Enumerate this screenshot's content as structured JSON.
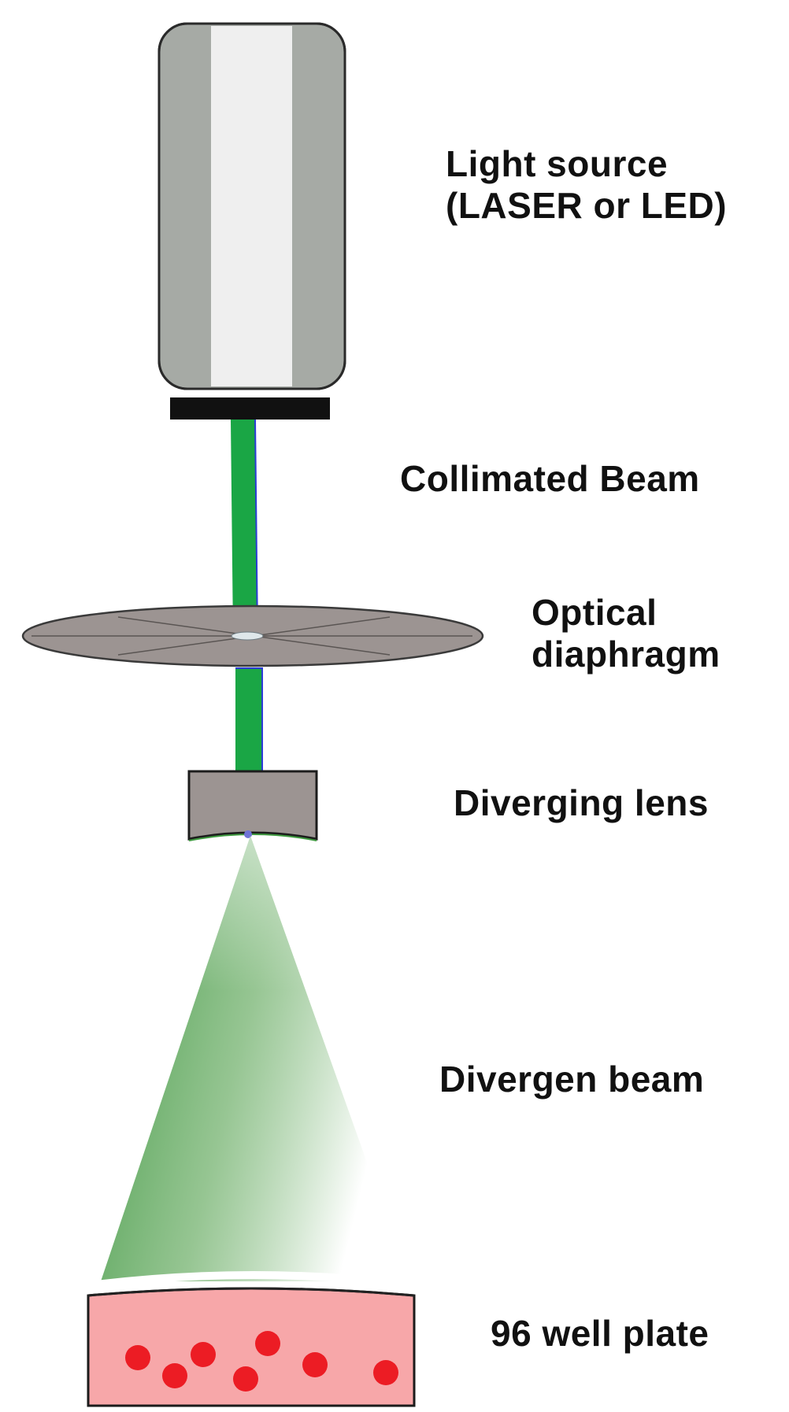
{
  "labels": {
    "light_source": {
      "line1": "Light source",
      "line2": "(LASER or LED)"
    },
    "collimated_beam": "Collimated Beam",
    "optical_diaphragm": {
      "line1": "Optical",
      "line2": "diaphragm"
    },
    "diverging_lens": "Diverging lens",
    "divergent_beam": "Divergen beam",
    "well_plate": "96 well plate"
  },
  "colors": {
    "lamp_body": "#a6aaa5",
    "lamp_highlight": "#efefef",
    "lamp_base": "#111111",
    "beam": "#1aa645",
    "beam_edge": "#2b3bd6",
    "diaphragm": "#9c9492",
    "lens": "#9c9492",
    "cone_green": "#3f9a40",
    "plate_fill": "#f7a7a9",
    "well": "#ec1c24"
  }
}
